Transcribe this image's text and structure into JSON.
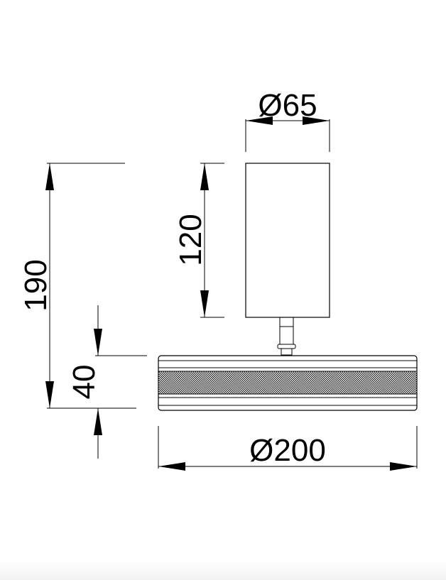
{
  "dimensions": {
    "cylinder_diameter": "Ø65",
    "cylinder_height": "120",
    "total_height": "190",
    "base_height": "40",
    "base_diameter": "Ø200"
  }
}
